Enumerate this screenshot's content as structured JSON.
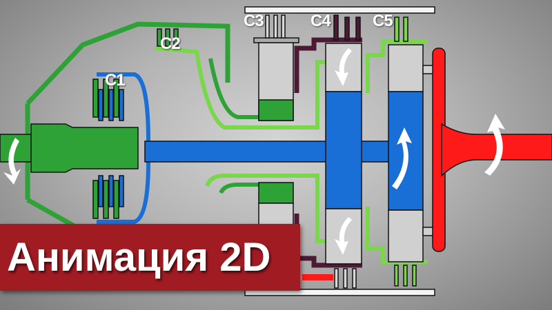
{
  "labels": {
    "c1": "C1",
    "c2": "C2",
    "c3": "C3",
    "c4": "C4",
    "c5": "C5"
  },
  "banner": {
    "title": "Анимация 2D"
  },
  "colors": {
    "input_green": "#2ea236",
    "light_green": "#7ad64a",
    "shaft_blue": "#1a6fd6",
    "output_red": "#ff1a1a",
    "brake_purple": "#4d1a35",
    "housing_grey": "#d0d0d0",
    "banner_red": "#a01b22"
  }
}
